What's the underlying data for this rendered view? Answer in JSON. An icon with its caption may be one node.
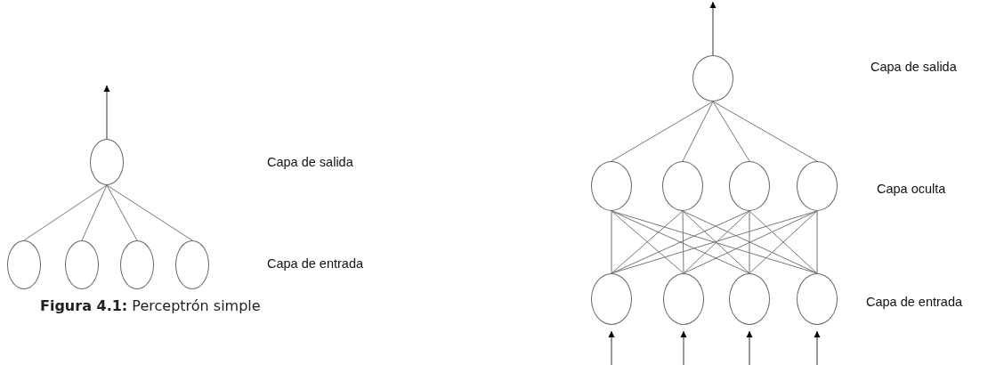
{
  "diagram": {
    "caption": "**Figura 4.1:** Perceptrón simple",
    "nodes": [
      {
        "text": [],
        "shape": "circle"
      },
      {
        "text": [],
        "shape": "circle"
      },
      {
        "text": [],
        "shape": "circle"
      },
      {
        "text": [],
        "shape": "circle"
      },
      {
        "text": [],
        "shape": "circle"
      },
      {
        "text": [],
        "shape": "circle"
      },
      {
        "text": [],
        "shape": "circle"
      },
      {
        "text": [],
        "shape": "circle"
      },
      {
        "text": [],
        "shape": "circle"
      },
      {
        "text": [],
        "shape": "circle"
      },
      {
        "text": [],
        "shape": "circle"
      },
      {
        "text": [],
        "shape": "circle"
      },
      {
        "text": [],
        "shape": "circle"
      },
      {
        "text": [],
        "shape": "circle"
      }
    ],
    "edges": [
      {
        "from": 0,
        "to": null,
        "arrow": "to"
      },
      {
        "from": 1,
        "to": 0,
        "arrow": "none"
      },
      {
        "from": 2,
        "to": 0,
        "arrow": "none"
      },
      {
        "from": 3,
        "to": 0,
        "arrow": "none"
      },
      {
        "from": 4,
        "to": 0,
        "arrow": "none"
      },
      {
        "from": 5,
        "to": null,
        "arrow": "to"
      },
      {
        "from": 6,
        "to": 5,
        "arrow": "none"
      },
      {
        "from": 7,
        "to": 5,
        "arrow": "none"
      },
      {
        "from": 8,
        "to": 5,
        "arrow": "none"
      },
      {
        "from": 9,
        "to": 5,
        "arrow": "none"
      },
      {
        "from": 10,
        "to": 6,
        "arrow": "none"
      },
      {
        "from": 10,
        "to": 7,
        "arrow": "none"
      },
      {
        "from": 10,
        "to": 8,
        "arrow": "none"
      },
      {
        "from": 10,
        "to": 9,
        "arrow": "none"
      },
      {
        "from": 11,
        "to": 6,
        "arrow": "none"
      },
      {
        "from": 11,
        "to": 7,
        "arrow": "none"
      },
      {
        "from": 11,
        "to": 8,
        "arrow": "none"
      },
      {
        "from": 11,
        "to": 9,
        "arrow": "none"
      },
      {
        "from": 12,
        "to": 6,
        "arrow": "none"
      },
      {
        "from": 12,
        "to": 7,
        "arrow": "none"
      },
      {
        "from": 12,
        "to": 8,
        "arrow": "none"
      },
      {
        "from": 12,
        "to": 9,
        "arrow": "none"
      },
      {
        "from": 13,
        "to": 6,
        "arrow": "none"
      },
      {
        "from": 13,
        "to": 7,
        "arrow": "none"
      },
      {
        "from": 13,
        "to": 8,
        "arrow": "none"
      },
      {
        "from": 13,
        "to": 9,
        "arrow": "none"
      },
      {
        "from": null,
        "to": 10,
        "arrow": "to"
      },
      {
        "from": null,
        "to": 11,
        "arrow": "to"
      },
      {
        "from": null,
        "to": 12,
        "arrow": "to"
      },
      {
        "from": null,
        "to": 13,
        "arrow": "to"
      }
    ],
    "labels": [
      "Capa de salida",
      "Capa de entrada",
      "Capa de salida",
      "Capa oculta",
      "Capa de entrada"
    ]
  }
}
